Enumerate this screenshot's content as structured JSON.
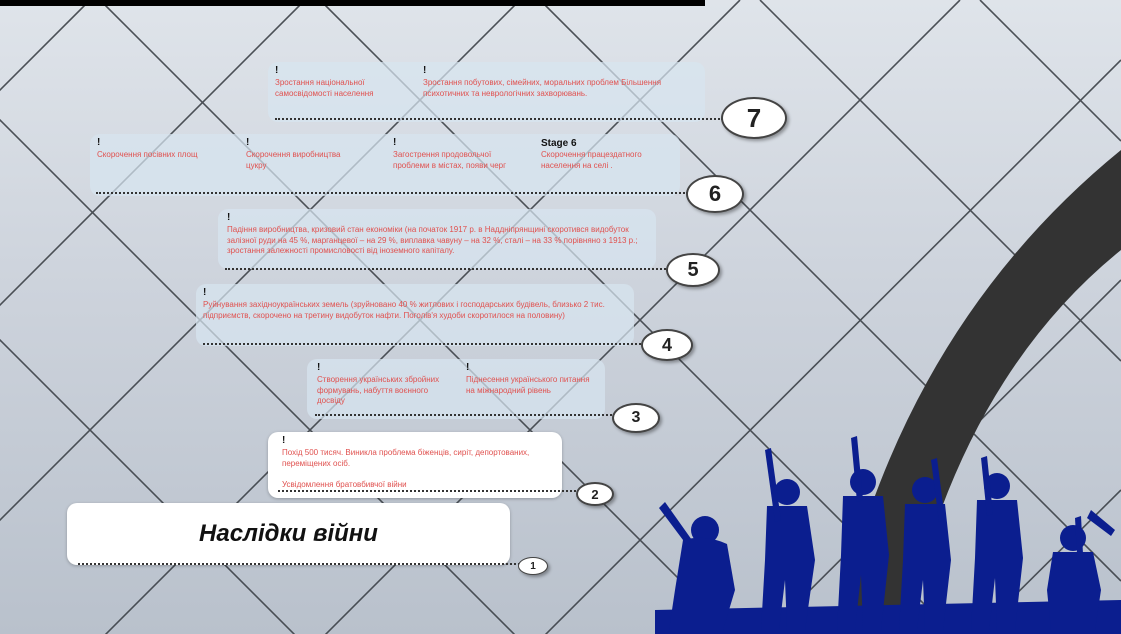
{
  "title": "Наслідки війни",
  "bang": "!",
  "steps": [
    {
      "number": "1"
    },
    {
      "number": "2",
      "items": [
        "Похід 500 тисяч. Виникла проблема біженців, сиріт, депортованих, переміщених осіб.",
        "Усвідомлення братовбивчої війни"
      ]
    },
    {
      "number": "3",
      "items": [
        "Створення українських збройних формувань, набуття воєнного досвіду",
        "Піднесення українського питання на міжнародний рівень"
      ]
    },
    {
      "number": "4",
      "items": [
        "Руйнування західноукраїнських земель (зруйновано 40 % житлових і господарських будівель, близько 2 тис. підприємств, скорочено на третину видобуток нафти. Поголів'я худоби скоротилося на половину)"
      ]
    },
    {
      "number": "5",
      "items": [
        "Падіння виробництва, кризовий стан економіки (на початок 1917 р. в Наддніпрянщині скоротився видобуток залізної руди на 45 %, марганцевої – на 29 %, виплавка чавуну – на 32 %, сталі – на 33 % порівняно з 1913 р.; зростання залежності промисловості від іноземного капіталу."
      ]
    },
    {
      "number": "6",
      "stage_label": "Stage 6",
      "items": [
        "Скорочення посівних площ",
        "Скорочення виробництва цукру",
        "Загострення продовольчої проблеми в містах, появи черг",
        "Скорочення працездатного населення на селі ."
      ]
    },
    {
      "number": "7",
      "items": [
        "Зростання національної самосвідомості населення",
        "Зростання побутових, сімейних, моральних проблем Більшення психотичних та неврологічних захворювань."
      ]
    }
  ],
  "colors": {
    "item_text": "#e0514f",
    "silhouette": "#0b1e8f",
    "arc": "#333333",
    "bubble_border": "#444444"
  }
}
